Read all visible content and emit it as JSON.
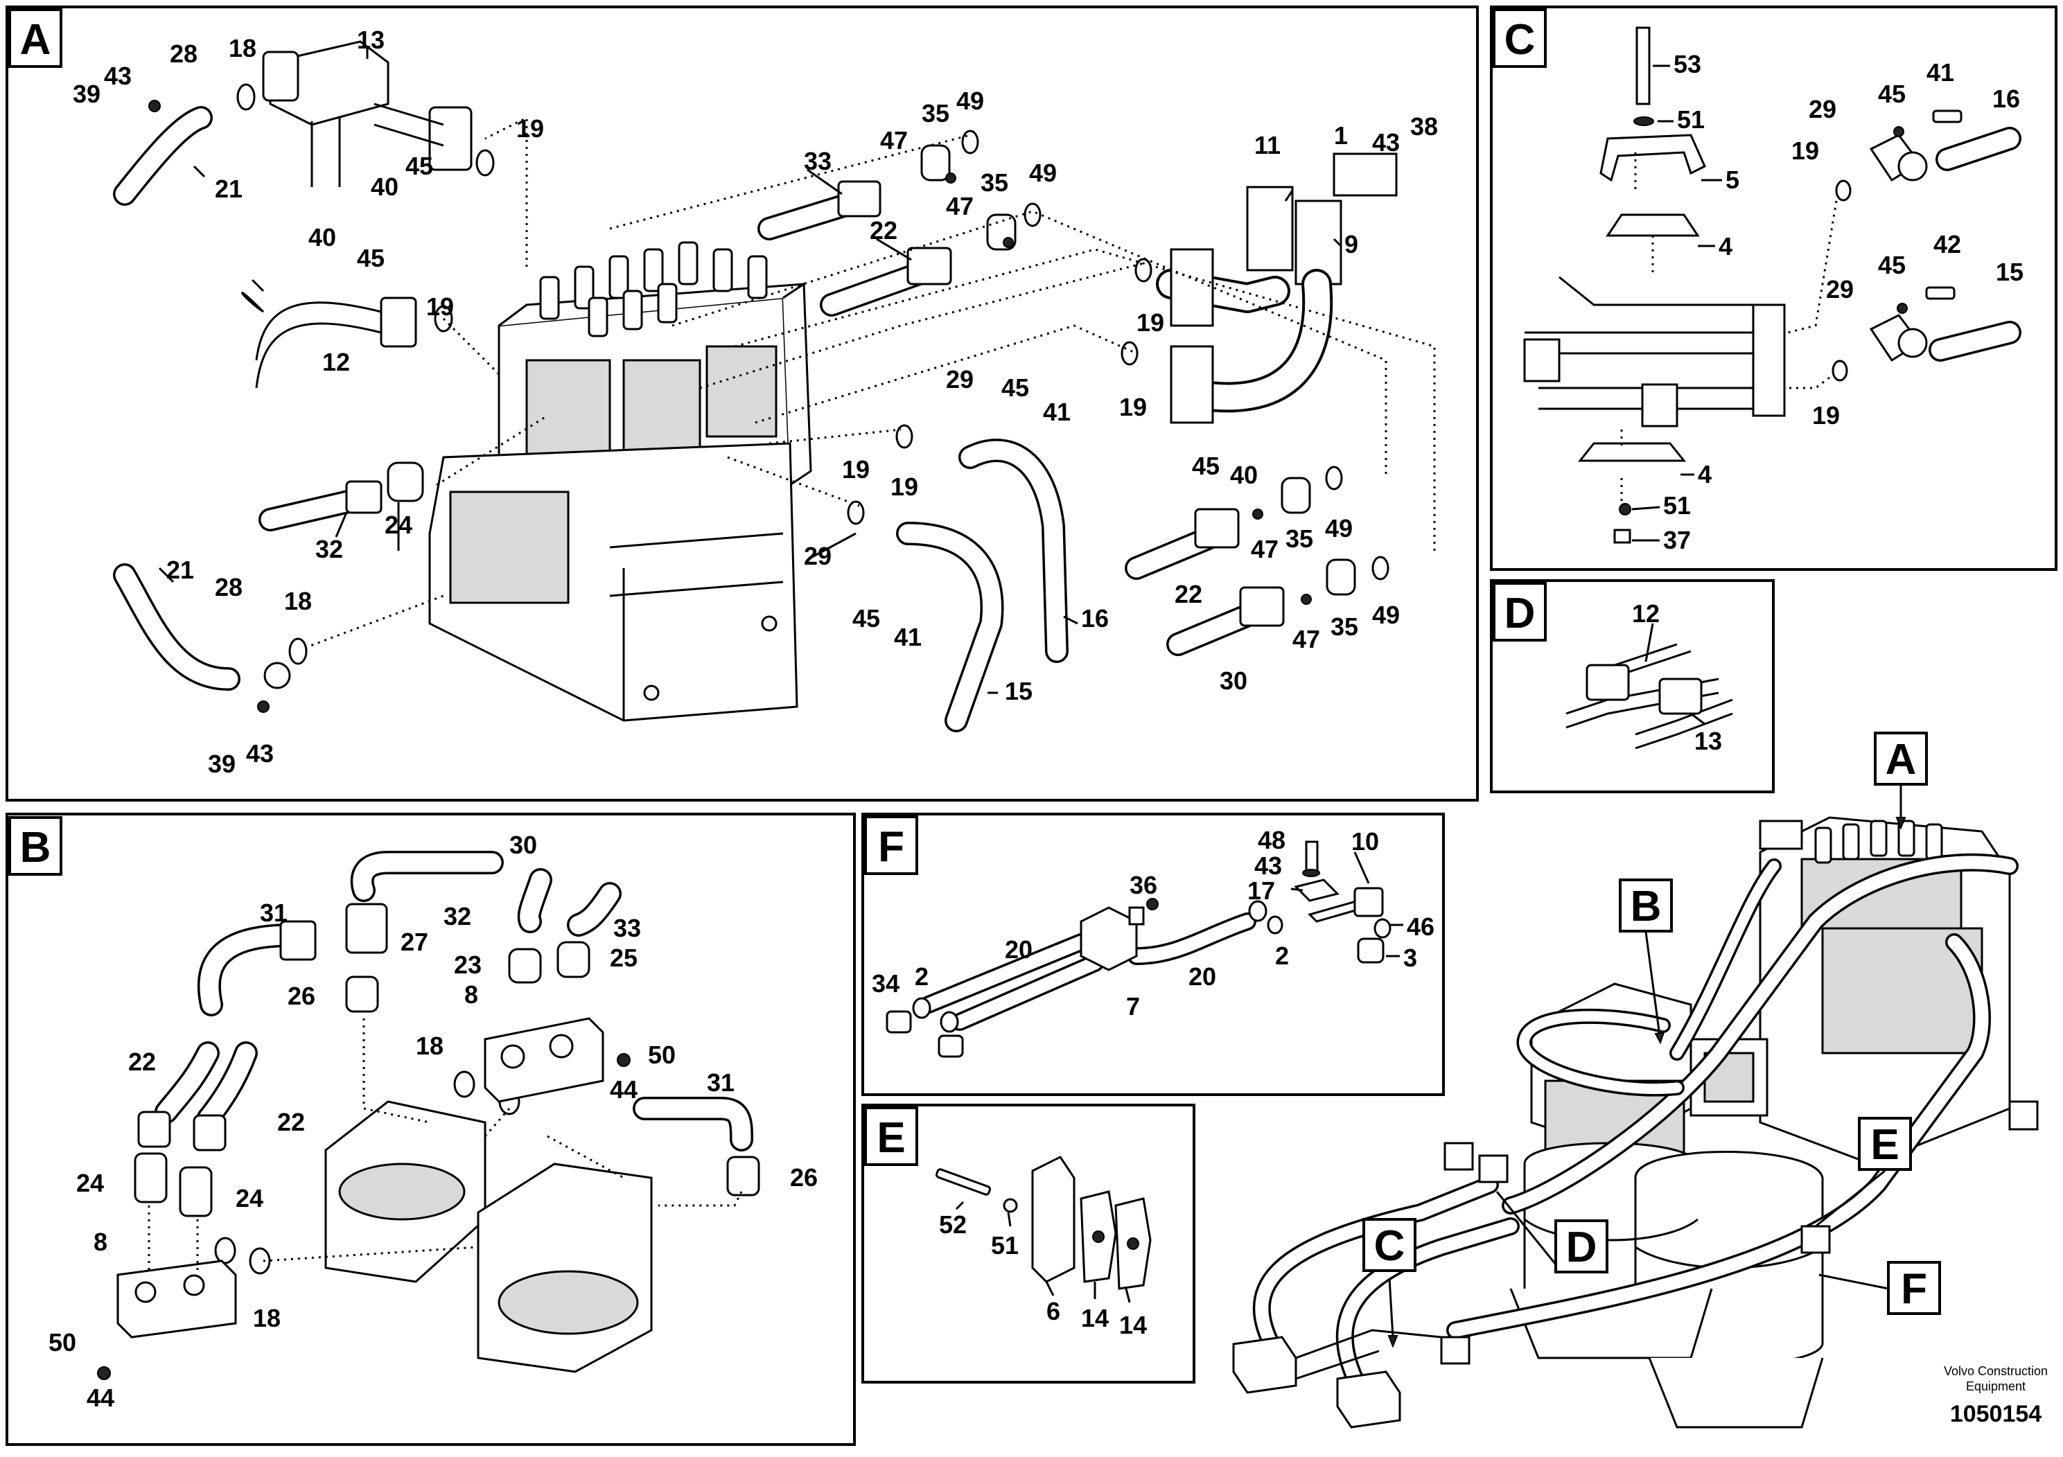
{
  "views": {
    "A": {
      "label": "A",
      "parts": [
        "39",
        "43",
        "28",
        "18",
        "13",
        "40",
        "45",
        "19",
        "21",
        "12",
        "40",
        "45",
        "19",
        "33",
        "47",
        "35",
        "49",
        "22",
        "47",
        "35",
        "49",
        "11",
        "1",
        "43",
        "38",
        "9",
        "19",
        "19",
        "29",
        "45",
        "41",
        "19",
        "19",
        "32",
        "24",
        "29",
        "45",
        "41",
        "16",
        "15",
        "21",
        "28",
        "18",
        "39",
        "43",
        "45",
        "40",
        "47",
        "35",
        "49",
        "22",
        "47",
        "35",
        "49",
        "30"
      ]
    },
    "B": {
      "label": "B",
      "parts": [
        "30",
        "31",
        "27",
        "32",
        "33",
        "23",
        "25",
        "26",
        "8",
        "18",
        "44",
        "50",
        "22",
        "22",
        "31",
        "24",
        "24",
        "26",
        "8",
        "18",
        "50",
        "44"
      ]
    },
    "C": {
      "label": "C",
      "parts": [
        "53",
        "51",
        "5",
        "4",
        "29",
        "45",
        "41",
        "16",
        "19",
        "42",
        "29",
        "45",
        "15",
        "19",
        "4",
        "51",
        "37"
      ]
    },
    "D": {
      "label": "D",
      "parts": [
        "12",
        "13"
      ]
    },
    "E": {
      "label": "E",
      "parts": [
        "52",
        "51",
        "6",
        "14",
        "14"
      ]
    },
    "F": {
      "label": "F",
      "parts": [
        "48",
        "43",
        "10",
        "36",
        "17",
        "46",
        "20",
        "3",
        "34",
        "2",
        "20",
        "2",
        "7"
      ]
    }
  },
  "overview": {
    "callouts": [
      "A",
      "B",
      "C",
      "D",
      "E",
      "F"
    ]
  },
  "credit": {
    "line1": "Volvo Construction",
    "line2": "Equipment"
  },
  "drawing_number": "1050154"
}
